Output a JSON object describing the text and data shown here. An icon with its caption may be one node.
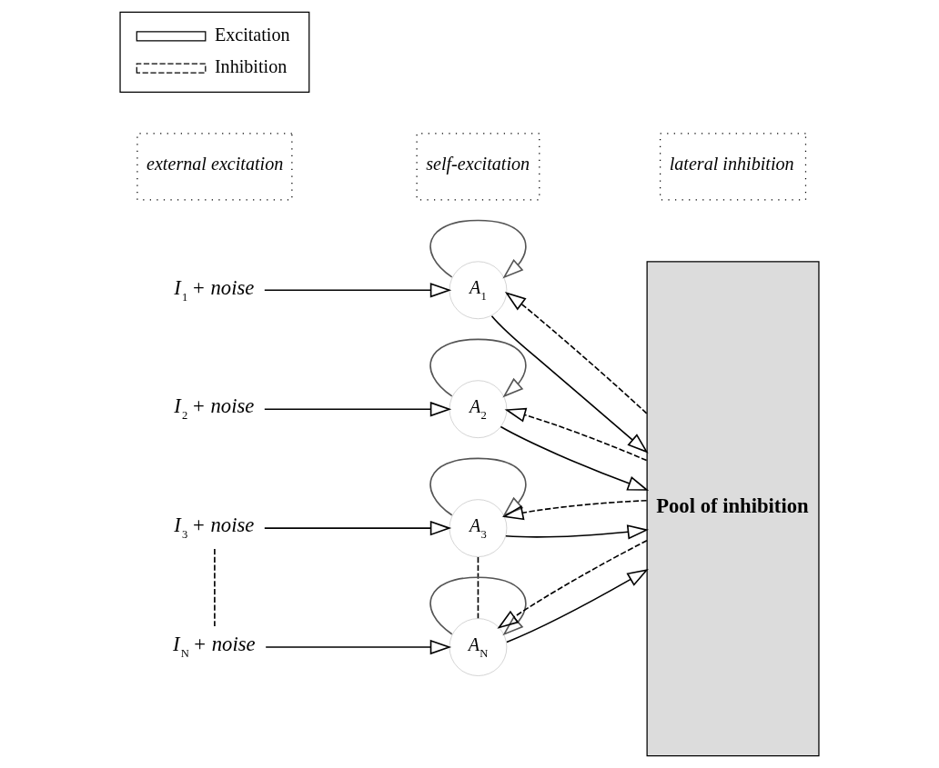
{
  "diagram": {
    "nodes": [
      {
        "text": [
          "external excitation"
        ]
      },
      {
        "text": [
          "self-excitation"
        ]
      },
      {
        "text": [
          "lateral inhibition"
        ]
      },
      {
        "text": [
          "*I*$_{1}$ + *noise*"
        ]
      },
      {
        "text": [
          "*A*$_{1}$"
        ]
      },
      {
        "text": [
          "*I*$_{2}$ + *noise*"
        ]
      },
      {
        "text": [
          "*A*$_{2}$"
        ]
      },
      {
        "text": [
          "*I*$_{3}$ + *noise*"
        ]
      },
      {
        "text": [
          "*A*$_{3}$"
        ]
      },
      {
        "text": [
          "*I*$_{N}$ + *noise*"
        ]
      },
      {
        "text": [
          "*A*$_{N}$"
        ]
      },
      {
        "text": [
          "Pool of inhibition"
        ]
      }
    ],
    "edges": [
      {
        "from": 3,
        "to": 4,
        "arrow": "to"
      },
      {
        "from": 4,
        "to": 4,
        "arrow": "to"
      },
      {
        "from": 4,
        "to": 11,
        "arrow": "to"
      },
      {
        "from": 11,
        "to": 4,
        "arrow": "to",
        "style": "dashed"
      },
      {
        "from": 5,
        "to": 6,
        "arrow": "to"
      },
      {
        "from": 6,
        "to": 6,
        "arrow": "to"
      },
      {
        "from": 6,
        "to": 11,
        "arrow": "to"
      },
      {
        "from": 11,
        "to": 6,
        "arrow": "to",
        "style": "dashed"
      },
      {
        "from": 7,
        "to": 8,
        "arrow": "to"
      },
      {
        "from": 8,
        "to": 8,
        "arrow": "to"
      },
      {
        "from": 8,
        "to": 11,
        "arrow": "to"
      },
      {
        "from": 11,
        "to": 8,
        "arrow": "to",
        "style": "dashed"
      },
      {
        "from": 9,
        "to": 10,
        "arrow": "to"
      },
      {
        "from": 10,
        "to": 10,
        "arrow": "to"
      },
      {
        "from": 10,
        "to": 11,
        "arrow": "to"
      },
      {
        "from": 11,
        "to": 10,
        "arrow": "to",
        "style": "dashed"
      },
      {
        "from": 7,
        "to": 9,
        "arrow": "none",
        "style": "dashed"
      },
      {
        "from": 8,
        "to": 10,
        "arrow": "none",
        "style": "dashed"
      }
    ],
    "legend": [
      {
        "text": "Excitation"
      },
      {
        "text": "Inhibition"
      }
    ]
  }
}
